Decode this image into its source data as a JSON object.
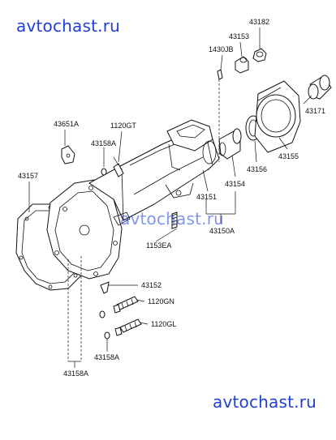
{
  "watermark": {
    "top": "avtochast.ru",
    "middle": "avtochast.ru",
    "bottom": "avtochast.ru"
  },
  "labels": {
    "p43182": "43182",
    "p43153": "43153",
    "p1430JB": "1430JB",
    "p43171": "43171",
    "p43155": "43155",
    "p43156": "43156",
    "p43154": "43154",
    "p43151": "43151",
    "p43150A": "43150A",
    "p43651A": "43651A",
    "p1120GT": "1120GT",
    "p43158A_top": "43158A",
    "p43157": "43157",
    "p1153EA": "1153EA",
    "p43152": "43152",
    "p1120GN": "1120GN",
    "p1120GL": "1120GL",
    "p43158A_bot": "43158A",
    "p43158A_left": "43158A"
  }
}
